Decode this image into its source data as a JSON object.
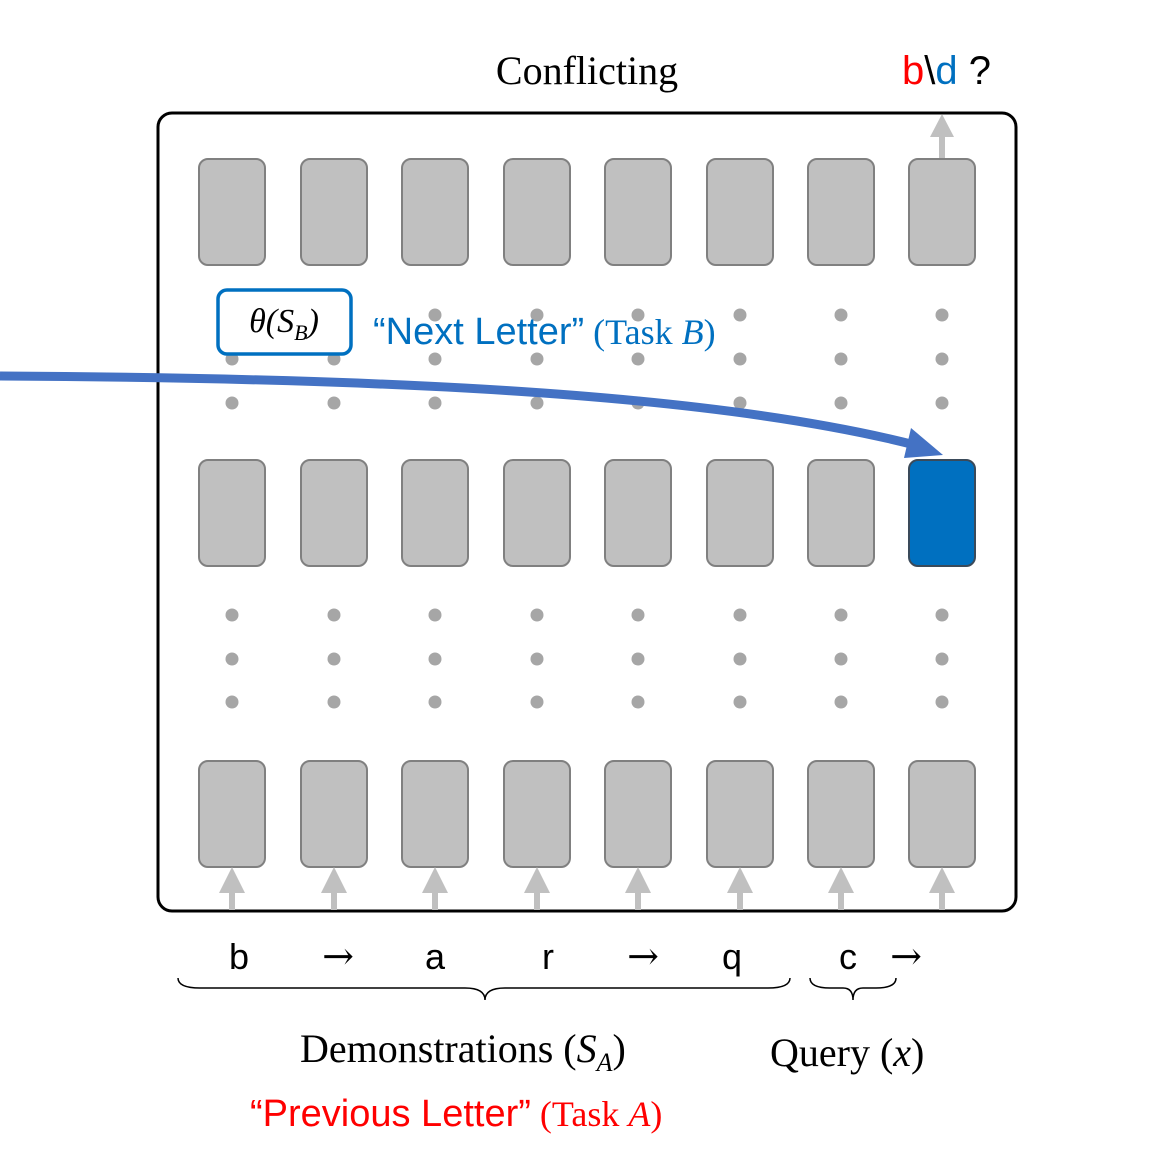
{
  "title": "Conflicting",
  "output": {
    "part1": "b",
    "sep": "\\",
    "part2": "d",
    "q": " ?"
  },
  "theta": {
    "prefix": "θ(",
    "var": "S",
    "sub": "B",
    "suffix": ")"
  },
  "task_b": {
    "quote": "“Next  Letter”",
    "paren_open": " (Task ",
    "var": "B",
    "paren_close": ")"
  },
  "tokens": [
    "b",
    "→",
    "a",
    "r",
    "→",
    "q",
    "c",
    "→"
  ],
  "demos": {
    "text": "Demonstrations (",
    "var": "S",
    "sub": "A",
    "close": ")"
  },
  "query": {
    "text": "Query (",
    "var": "x",
    "close": ")"
  },
  "task_a": {
    "quote": "“Previous  Letter”",
    "paren_open": " (Task ",
    "var": "A",
    "paren_close": ")"
  },
  "colors": {
    "red": "#ff0000",
    "blue": "#0070c0",
    "arrow_blue": "#4472c4",
    "block_gray": "#c0c0c0",
    "block_border": "#808080",
    "dot_gray": "#a6a6a6",
    "highlight": "#0070c0"
  }
}
